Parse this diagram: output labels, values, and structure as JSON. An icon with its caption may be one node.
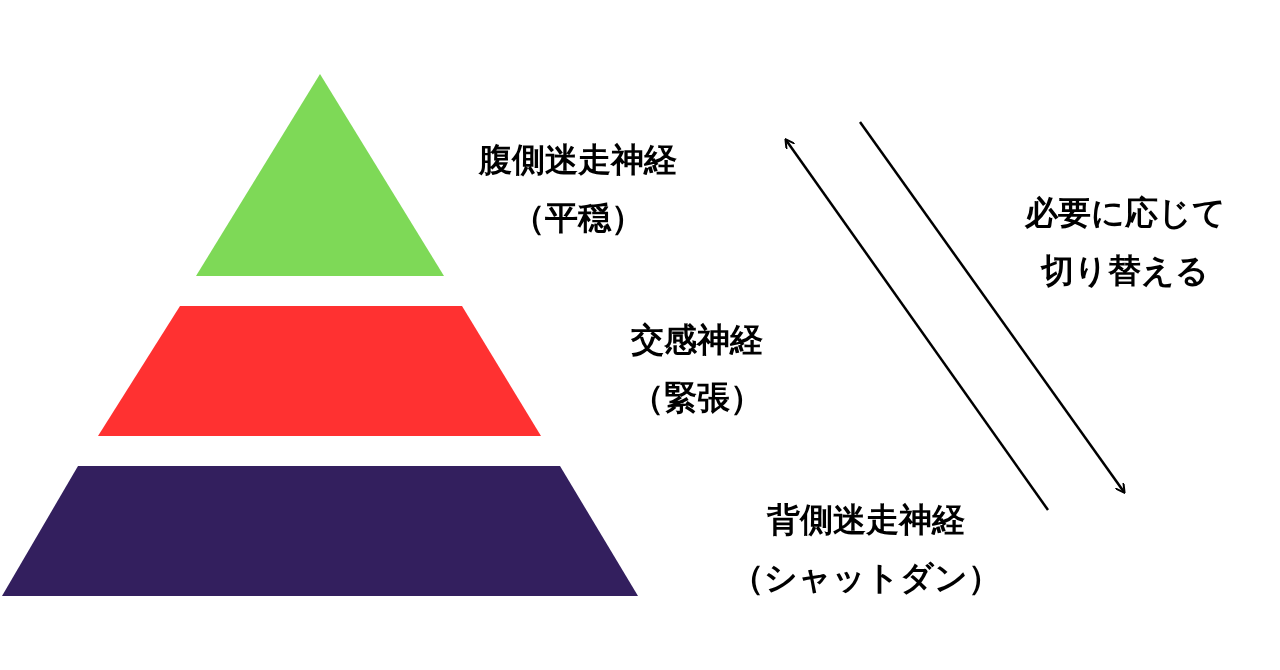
{
  "diagram": {
    "nodes": [
      {
        "text": [
          "腹側迷走神経",
          "（平穏）"
        ]
      },
      {
        "text": [
          "交感神経",
          "（緊張）"
        ]
      },
      {
        "text": [
          "背側迷走神経",
          "（シャットダン）"
        ]
      }
    ],
    "labels": [
      "必要に応じて",
      "切り替える"
    ]
  }
}
